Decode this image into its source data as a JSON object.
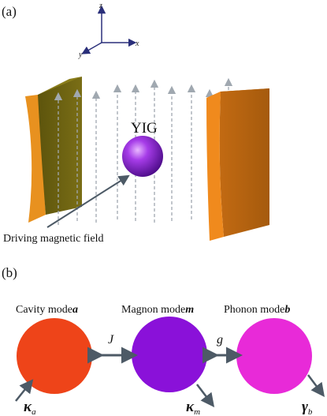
{
  "panel_a": {
    "label": "(a)",
    "axes": {
      "z": "z",
      "x": "x",
      "y": "y"
    },
    "sample_label": "YIG",
    "drive_label": "Driving magnetic field"
  },
  "panel_b": {
    "label": "(b)",
    "modes": [
      {
        "name": "Cavity  mode",
        "symbol": "a",
        "color": "#ee4419"
      },
      {
        "name": "Magnon  mode",
        "symbol": "m",
        "color": "#8a11d9"
      },
      {
        "name": "Phonon  mode",
        "symbol": "b",
        "color": "#e82ad8"
      }
    ],
    "couplings": [
      "J",
      "g"
    ],
    "dampings": [
      {
        "symbol": "κ",
        "sub": "a"
      },
      {
        "symbol": "κ",
        "sub": "m"
      },
      {
        "symbol": "γ",
        "sub": "b"
      }
    ]
  },
  "colors": {
    "left_mirror_face": "#6f6512",
    "left_mirror_edge": "#e8911f",
    "right_mirror_face": "#b05e0f",
    "right_mirror_edge": "#f08a1d",
    "field_line": "#a0a8b0",
    "sphere": "#9a2ee0",
    "arrow": "#4d5a66",
    "axes": "#2a2f7a"
  }
}
